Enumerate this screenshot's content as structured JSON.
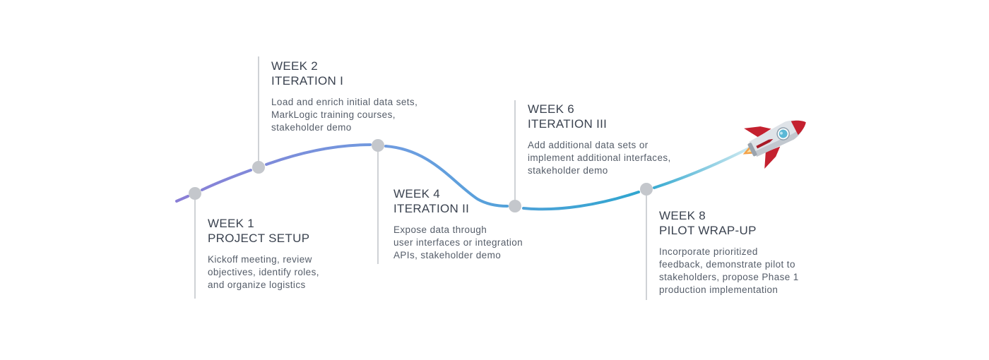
{
  "milestones": [
    {
      "week": "WEEK 1",
      "title": "PROJECT SETUP",
      "lines": [
        "Kickoff meeting, review",
        "objectives, identify roles,",
        "and organize logistics"
      ]
    },
    {
      "week": "WEEK 2",
      "title": "ITERATION I",
      "lines": [
        "Load and enrich initial data sets,",
        "MarkLogic training courses,",
        "stakeholder demo"
      ]
    },
    {
      "week": "WEEK 4",
      "title": "ITERATION II",
      "lines": [
        "Expose data through",
        "user interfaces or integration",
        "APIs, stakeholder demo"
      ]
    },
    {
      "week": "WEEK 6",
      "title": "ITERATION III",
      "lines": [
        "Add additional data sets or",
        "implement additional interfaces,",
        "stakeholder demo"
      ]
    },
    {
      "week": "WEEK 8",
      "title": "PILOT WRAP-UP",
      "lines": [
        "Incorporate prioritized",
        "feedback, demonstrate pilot to",
        "stakeholders, propose Phase 1",
        "production implementation"
      ]
    }
  ],
  "colors": {
    "path_start": "#8a7fd6",
    "path_mid": "#6b9ee0",
    "path_end": "#2ea6cf",
    "trail_end": "#d8eef3",
    "node": "#c4c7cc",
    "stem": "#cfd2d6",
    "rocket_body": "#dfe3e8",
    "rocket_red": "#c4212f",
    "rocket_window": "#5bb8d6"
  },
  "icons": {
    "rocket": "rocket-icon"
  }
}
